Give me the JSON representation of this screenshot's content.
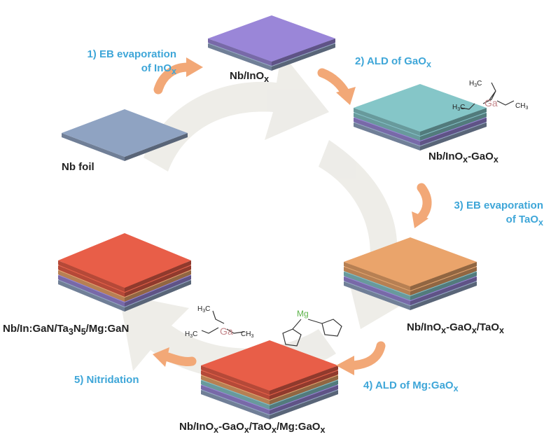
{
  "colors": {
    "background_cycle": "#ecebe6",
    "arrow": "#f2a877",
    "step_text": "#3ea6d8",
    "nb": "#8fa3c2",
    "inox": "#9a86d8",
    "gaox": "#85c6c8",
    "taox": "#eaa46b",
    "mg_gaox": "#e85e48",
    "ga_atom": "#c4868a",
    "mg_atom": "#5db34a"
  },
  "samples": [
    {
      "id": "nb",
      "label": [
        "Nb foil"
      ]
    },
    {
      "id": "inox",
      "label": [
        "Nb/InO",
        "x",
        ""
      ]
    },
    {
      "id": "gaox",
      "label": [
        "Nb/InO",
        "x",
        "-GaO",
        "x",
        ""
      ]
    },
    {
      "id": "taox",
      "label": [
        "Nb/InO",
        "x",
        "-GaO",
        "x",
        "/TaO",
        "x",
        ""
      ]
    },
    {
      "id": "mg",
      "label": [
        "Nb/InO",
        "x",
        "-GaO",
        "x",
        "/TaO",
        "x",
        "/Mg:GaO",
        "x",
        ""
      ]
    },
    {
      "id": "final",
      "label": [
        "Nb/In:GaN/Ta",
        "3",
        "N",
        "5",
        "/Mg:GaN"
      ]
    }
  ],
  "steps": [
    {
      "id": "step1",
      "line1": "1) EB evaporation",
      "line2": [
        "of InO",
        "x",
        ""
      ]
    },
    {
      "id": "step2",
      "line1": [
        "2) ALD of GaO",
        "x",
        ""
      ]
    },
    {
      "id": "step3",
      "line1": "3) EB evaporation",
      "line2": [
        "of TaO",
        "x",
        ""
      ]
    },
    {
      "id": "step4",
      "line1": [
        "4) ALD of Mg:GaO",
        "x",
        ""
      ]
    },
    {
      "id": "step5",
      "line1": "5) Nitridation"
    }
  ],
  "molecules": {
    "ga_center": "Ga",
    "mg_center": "Mg",
    "methyl_a": "H3C",
    "methyl_b": "H3C",
    "methyl_c": "CH3"
  }
}
